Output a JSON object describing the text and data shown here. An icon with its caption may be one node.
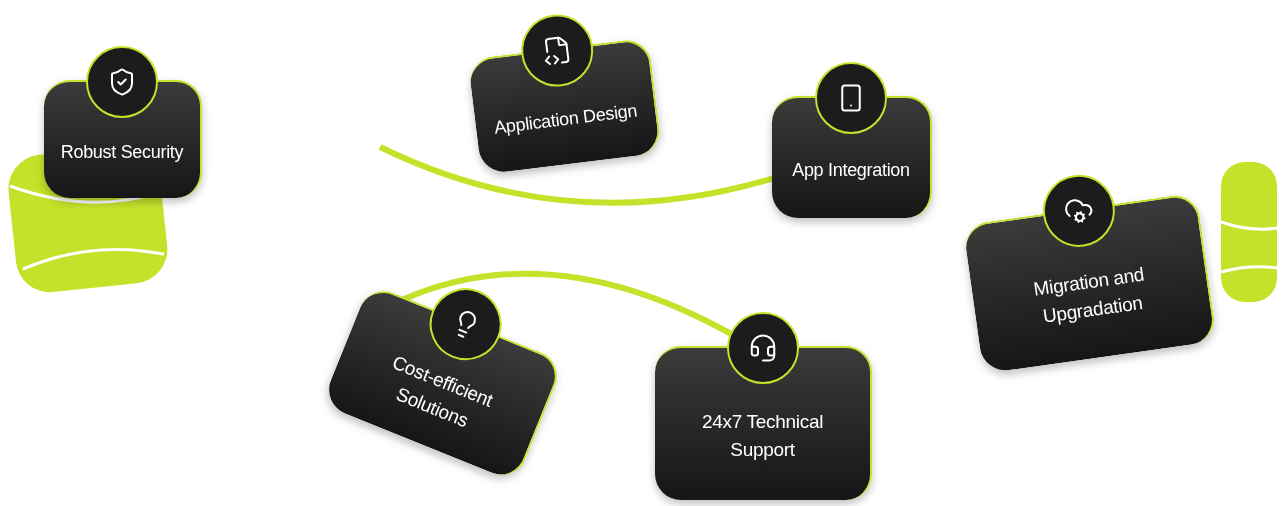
{
  "diagram": {
    "nodes": [
      {
        "text": [
          "Robust Security"
        ]
      },
      {
        "text": [
          "Application Design"
        ]
      },
      {
        "text": [
          "App Integration"
        ]
      },
      {
        "text": [
          "Migration and Upgradation"
        ]
      },
      {
        "text": [
          "Cost-efficient Solutions"
        ]
      },
      {
        "text": [
          "24x7 Technical Support"
        ]
      }
    ],
    "edges": [
      {
        "from": null,
        "to": 2,
        "arrow": "none"
      },
      {
        "from": 4,
        "to": 5,
        "arrow": "none"
      }
    ]
  }
}
